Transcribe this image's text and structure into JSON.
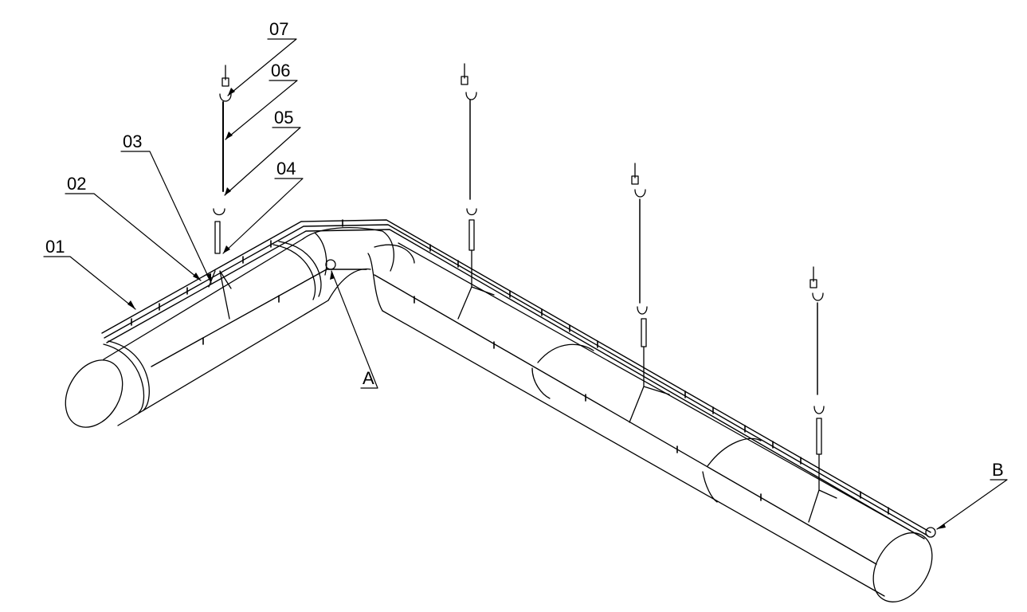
{
  "callouts": {
    "c01": "01",
    "c02": "02",
    "c03": "03",
    "c04": "04",
    "c05": "05",
    "c06": "06",
    "c07": "07",
    "detailA": "A",
    "detailB": "B"
  },
  "colors": {
    "line": "#000000",
    "background": "#ffffff"
  }
}
